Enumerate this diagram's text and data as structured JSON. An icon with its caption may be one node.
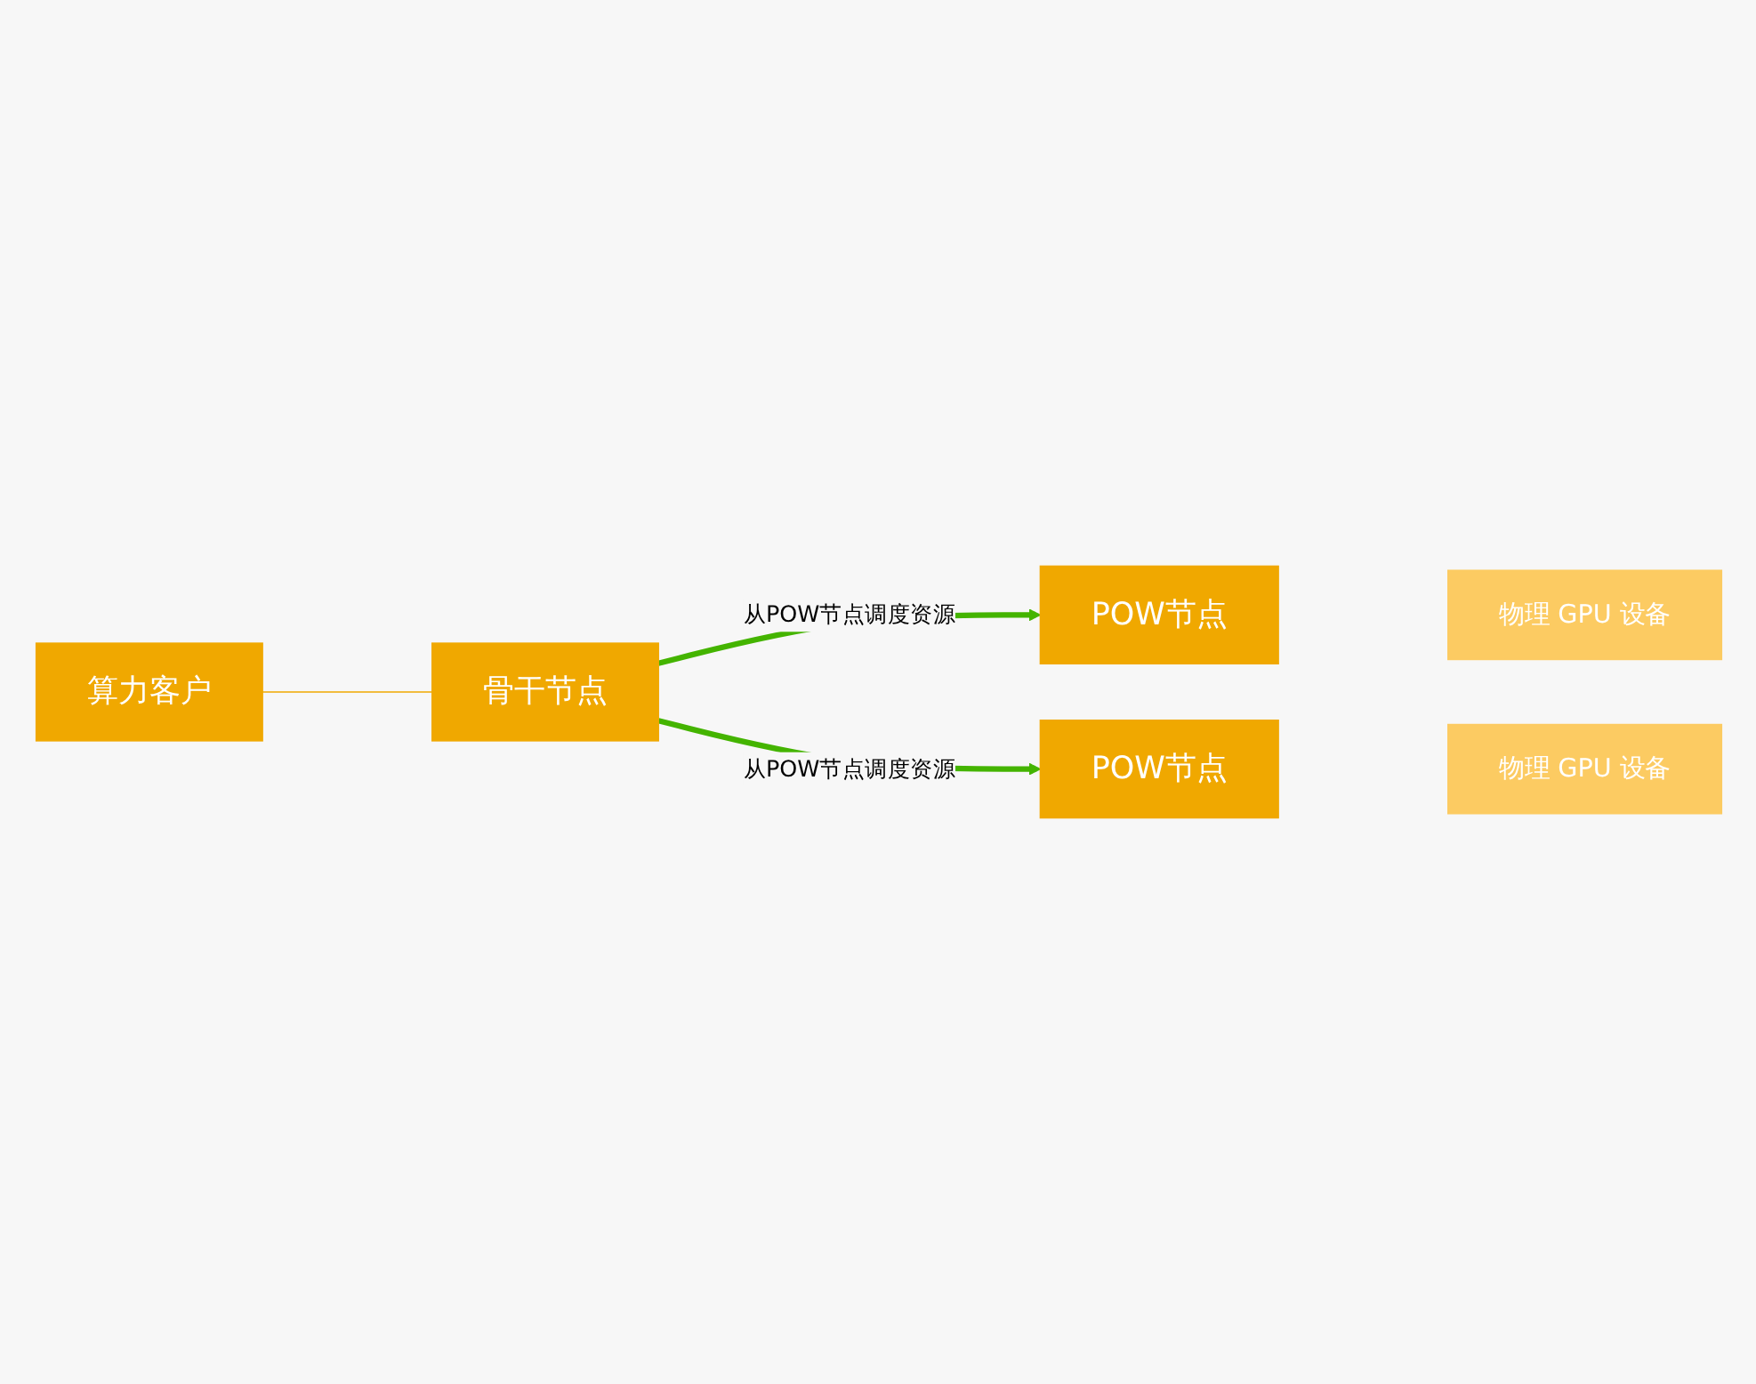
{
  "diagram": {
    "nodes": [
      {
        "text": [
          "算力客户"
        ]
      },
      {
        "text": [
          "骨干节点"
        ]
      },
      {
        "text": [
          "POW节点"
        ]
      },
      {
        "text": [
          "物理 GPU 设备"
        ]
      },
      {
        "text": [
          "POW节点"
        ]
      },
      {
        "text": [
          "物理 GPU 设备"
        ]
      }
    ],
    "edges": [
      {
        "from": 0,
        "to": 1,
        "arrow": "none",
        "color": "#f0a800"
      },
      {
        "from": 1,
        "to": 2,
        "arrow": "to",
        "label": "从POW节点调度资源"
      },
      {
        "from": 1,
        "to": 4,
        "arrow": "to",
        "label": "从POW节点调度资源"
      }
    ]
  }
}
